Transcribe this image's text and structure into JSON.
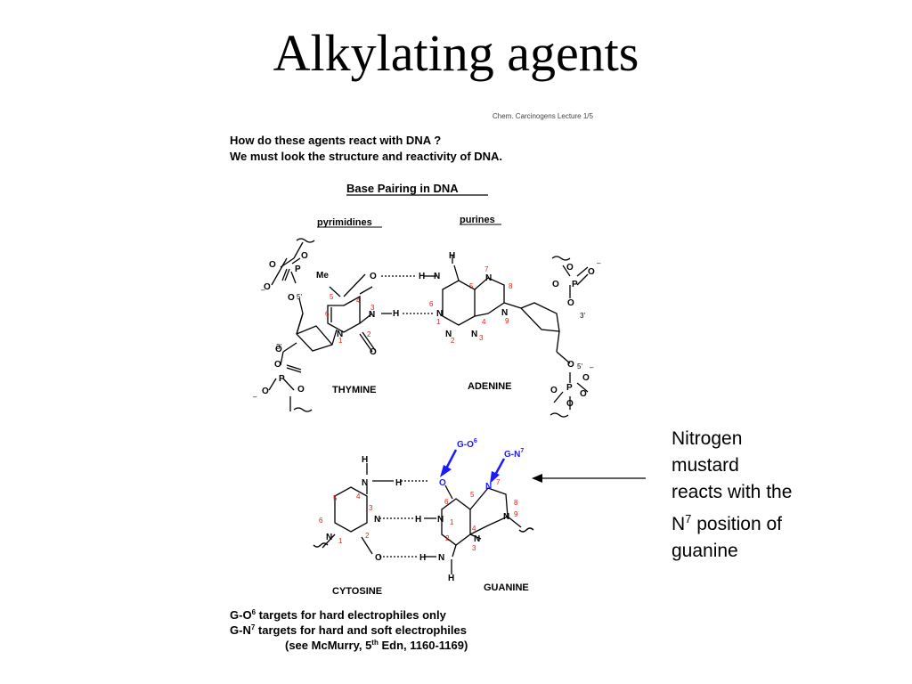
{
  "slide": {
    "title": "Alkylating agents"
  },
  "figure": {
    "source_note": "Chem. Carcinogens Lecture 1/5",
    "question_line1": "How do these agents react with DNA ?",
    "question_line2": "We must look the structure and reactivity of DNA.",
    "heading": "Base Pairing in DNA",
    "label_pyrimidines": "pyrimidines",
    "label_purines": "purines",
    "label_thymine": "THYMINE",
    "label_adenine": "ADENINE",
    "label_cytosine": "CYTOSINE",
    "label_guanine": "GUANINE",
    "arrow_go6_label": "G-O",
    "arrow_go6_sup": "6",
    "arrow_gn7_label": "G-N",
    "arrow_gn7_sup": "7",
    "footer_line1_pre": "G-O",
    "footer_line1_sup": "6",
    "footer_line1_post": " targets for hard electrophiles only",
    "footer_line2_pre": "G-N",
    "footer_line2_sup": "7",
    "footer_line2_post": " targets for hard and soft electrophiles",
    "footer_line3_pre": "(see McMurry, 5",
    "footer_line3_sup": "th",
    "footer_line3_post": " Edn, 1160-1169)"
  },
  "callout": {
    "line1": "Nitrogen",
    "line2": "mustard",
    "line3": "reacts with the",
    "line4_pre": "N",
    "line4_sup": "7",
    "line4_post": " position of",
    "line5": "guanine"
  },
  "colors": {
    "accent_blue": "#1a1aff",
    "ring_number_red": "#e0201a",
    "text": "#000000"
  }
}
